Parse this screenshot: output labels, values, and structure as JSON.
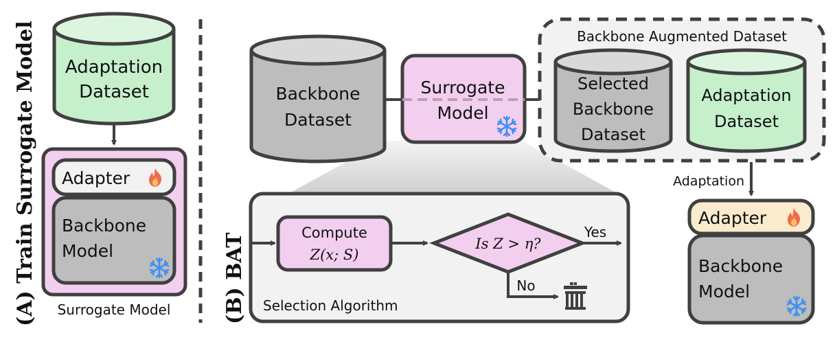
{
  "panel_a": {
    "side_label": "(A) Train Surrogate Model",
    "adaptation_dataset": {
      "line1": "Adaptation",
      "line2": "Dataset"
    },
    "adapter_label": "Adapter",
    "backbone_model": {
      "line1": "Backbone",
      "line2": "Model"
    },
    "caption": "Surrogate Model"
  },
  "panel_b": {
    "side_label": "(B) BAT",
    "backbone_dataset": {
      "line1": "Backbone",
      "line2": "Dataset"
    },
    "surrogate_model": {
      "line1": "Surrogate",
      "line2": "Model"
    },
    "augmented_group_title": "Backbone Augmented Dataset",
    "selected_backbone_dataset": {
      "line1": "Selected",
      "line2": "Backbone",
      "line3": "Dataset"
    },
    "adaptation_dataset": {
      "line1": "Adaptation",
      "line2": "Dataset"
    },
    "adaptation_edge_label": "Adaptation",
    "adapter_label": "Adapter",
    "backbone_model": {
      "line1": "Backbone",
      "line2": "Model"
    },
    "selection_algorithm": {
      "title": "Selection Algorithm",
      "compute_line1": "Compute",
      "compute_line2": "Z(x; S)",
      "decision": "Is Z > η?",
      "yes_label": "Yes",
      "no_label": "No"
    }
  },
  "icons": {
    "flame": "flame-icon",
    "snowflake": "snowflake-icon",
    "trash": "trash-icon"
  },
  "colors": {
    "stroke": "#404040",
    "green_fill": "#c6efcb",
    "green_top": "#dcf5df",
    "gray_fill": "#bdbdbd",
    "gray_top": "#d9d9d9",
    "pink_fill": "#f2cfee",
    "adapter_white": "#f2f2f2",
    "adapter_cream": "#f9ebcc",
    "group_bg": "#f2f2f2",
    "snow_blue": "#3d8ff5",
    "flame_red": "#ef6c50",
    "flame_yellow": "#fbc25a"
  }
}
